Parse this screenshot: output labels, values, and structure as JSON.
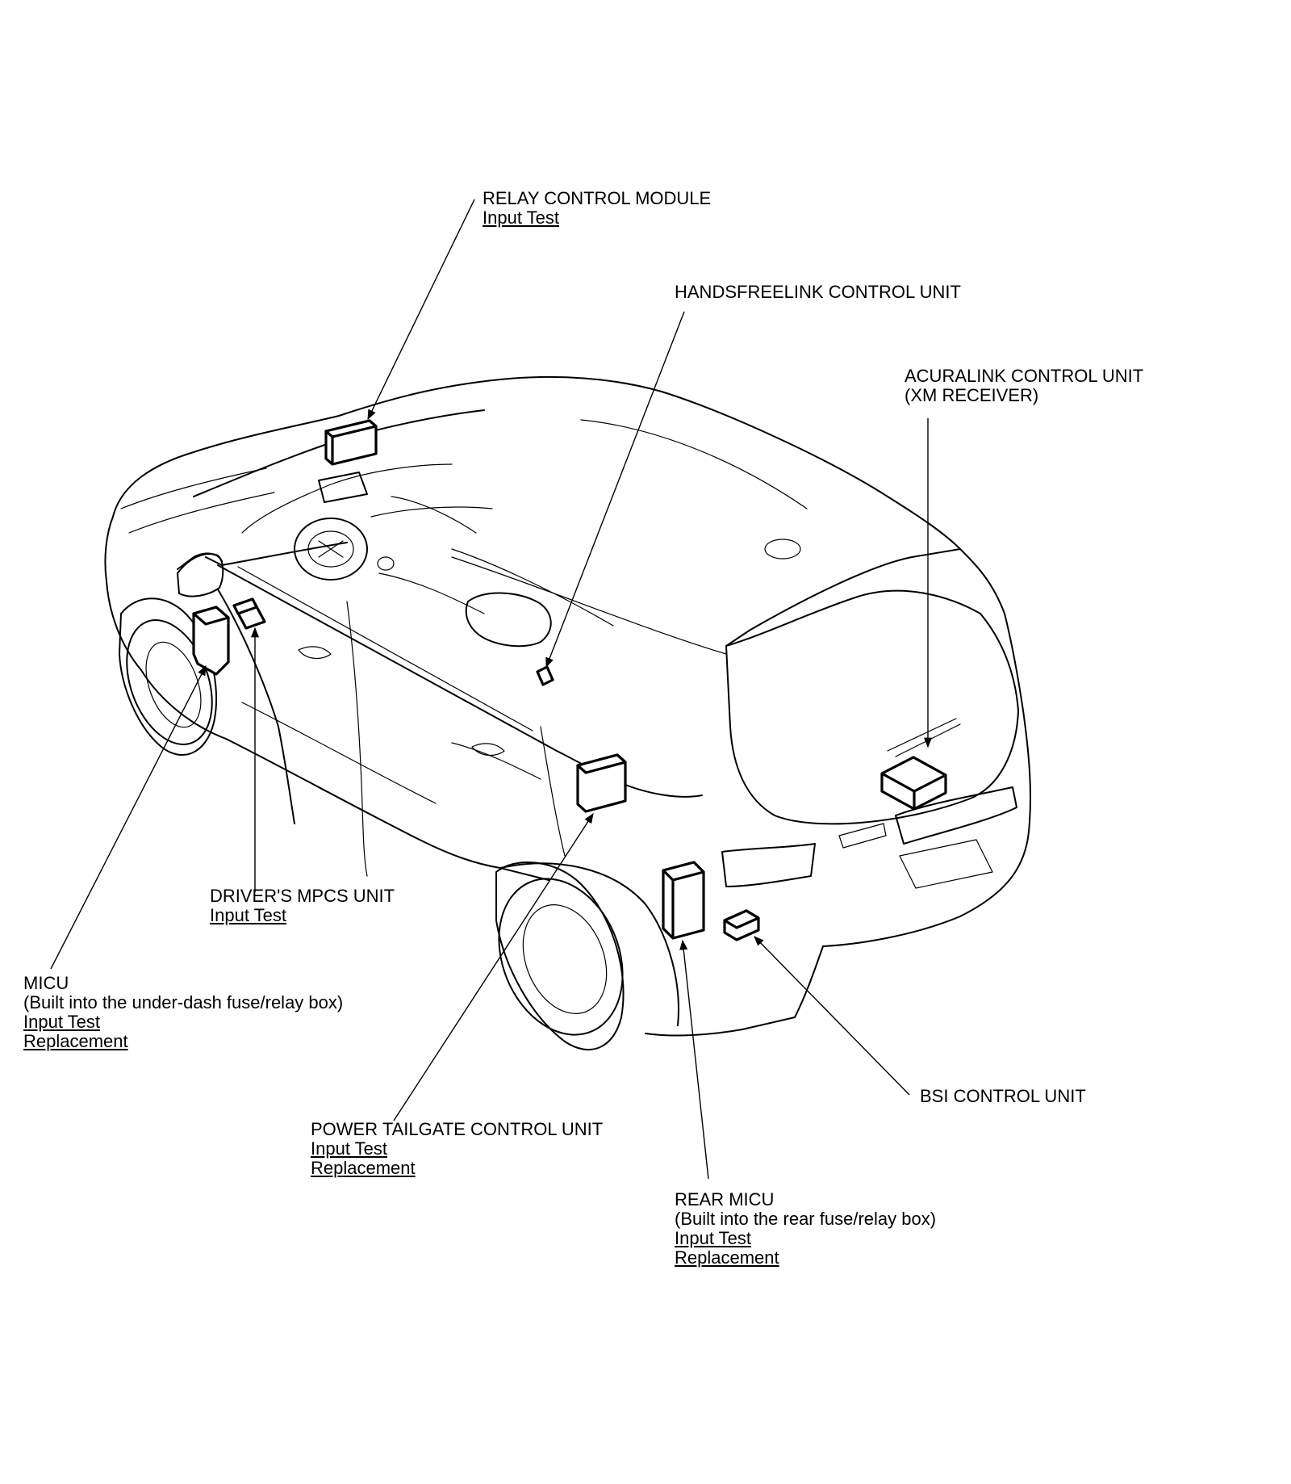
{
  "diagram": {
    "callouts": {
      "relay_control_module": {
        "name": "RELAY CONTROL MODULE",
        "links": [
          "Input Test"
        ]
      },
      "handsfreelink": {
        "name": "HANDSFREELINK CONTROL UNIT"
      },
      "acuralink": {
        "name": "ACURALINK CONTROL UNIT",
        "note": "(XM RECEIVER)"
      },
      "drivers_mpcs": {
        "name": "DRIVER'S MPCS UNIT",
        "links": [
          "Input Test"
        ]
      },
      "micu": {
        "name": "MICU",
        "note": "(Built into the under-dash fuse/relay box)",
        "links": [
          "Input Test",
          "Replacement"
        ]
      },
      "power_tailgate": {
        "name": "POWER TAILGATE CONTROL UNIT",
        "links": [
          "Input Test",
          "Replacement"
        ]
      },
      "bsi": {
        "name": "BSI CONTROL UNIT"
      },
      "rear_micu": {
        "name": "REAR MICU",
        "note": "(Built into the rear fuse/relay box)",
        "links": [
          "Input Test",
          "Replacement"
        ]
      }
    }
  }
}
